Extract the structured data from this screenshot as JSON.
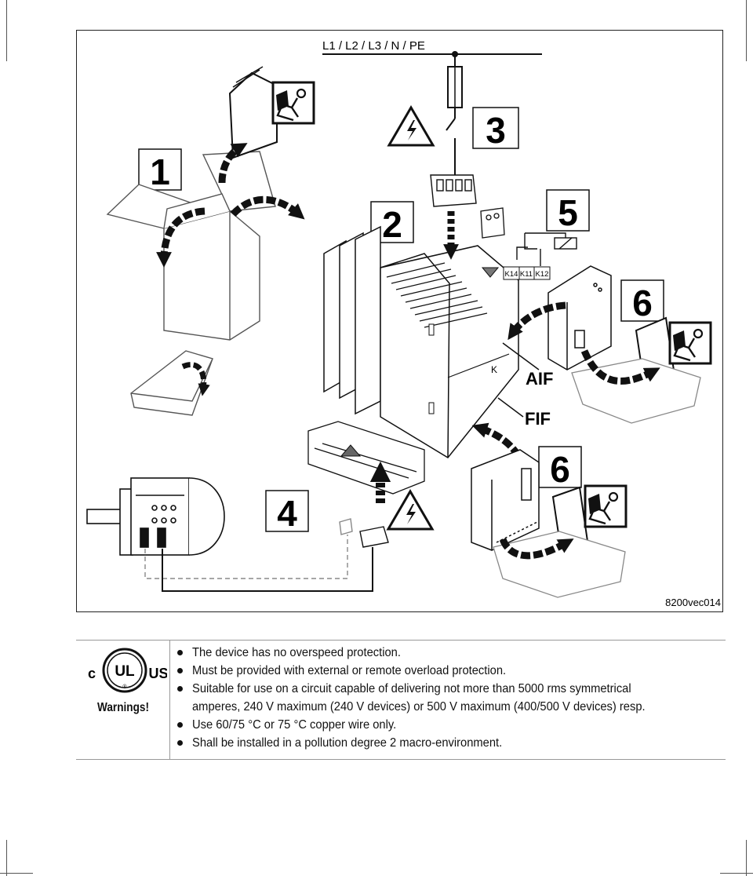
{
  "figure": {
    "supply_label": "L1 / L2 / L3 / N / PE",
    "step_numbers": [
      "1",
      "2",
      "3",
      "4",
      "5",
      "6",
      "6"
    ],
    "relay_terminals": [
      "K14",
      "K11",
      "K12"
    ],
    "interface_labels": {
      "aif": "AIF",
      "fif": "FIF",
      "module_letter": "K"
    },
    "figure_code": "8200vec014",
    "icons": [
      "manual-reader-icon",
      "high-voltage-warning-icon",
      "shaded-arrow-icon"
    ]
  },
  "warnings": {
    "logo_text": {
      "left": "c",
      "center": "UL",
      "right": "US"
    },
    "label": "Warnings!",
    "items": [
      {
        "lines": [
          "The device has no overspeed protection."
        ]
      },
      {
        "lines": [
          "Must be provided with external or remote overload protection."
        ]
      },
      {
        "lines": [
          "Suitable for use on a circuit capable of delivering not more than 5000 rms symmetrical",
          "amperes, 240 V maximum (240 V devices) or 500 V maximum (400/500 V devices) resp."
        ]
      },
      {
        "lines": [
          "Use  60/75 °C or 75 °C copper wire only."
        ]
      },
      {
        "lines": [
          "Shall be installed in a pollution degree 2 macro-environment."
        ]
      }
    ]
  }
}
